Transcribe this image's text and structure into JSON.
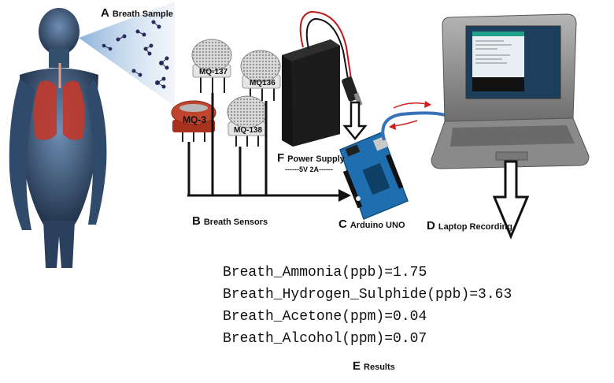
{
  "labels": {
    "a": {
      "letter": "A",
      "text": "Breath Sample"
    },
    "b": {
      "letter": "B",
      "text": "Breath Sensors"
    },
    "c": {
      "letter": "C",
      "text": "Arduino UNO"
    },
    "d": {
      "letter": "D",
      "text": "Laptop Recording"
    },
    "e": {
      "letter": "E",
      "text": "Results"
    },
    "f": {
      "letter": "F",
      "text": "Power Supply",
      "subtext": "------5V 2A------"
    }
  },
  "sensors": [
    "MQ-137",
    "MQ136",
    "MQ-3",
    "MQ-138"
  ],
  "results": [
    "Breath_Ammonia(ppb)=1.75",
    "Breath_Hydrogen_Sulphide(ppb)=3.63",
    "Breath_Acetone(ppm)=0.04",
    "Breath_Alcohol(ppm)=0.07"
  ],
  "colors": {
    "body_skin": "#3f5f86",
    "lungs": "#c0392b",
    "sensor_mesh": "#c8c8c8",
    "mq3_body": "#c0452e",
    "battery": "#1a1a1a",
    "arduino": "#1f6fb0",
    "laptop_body": "#9a9a9a",
    "laptop_screen": "#1b3f5c",
    "usb_cable": "#3a72b8",
    "arrow_red": "#d02020"
  }
}
